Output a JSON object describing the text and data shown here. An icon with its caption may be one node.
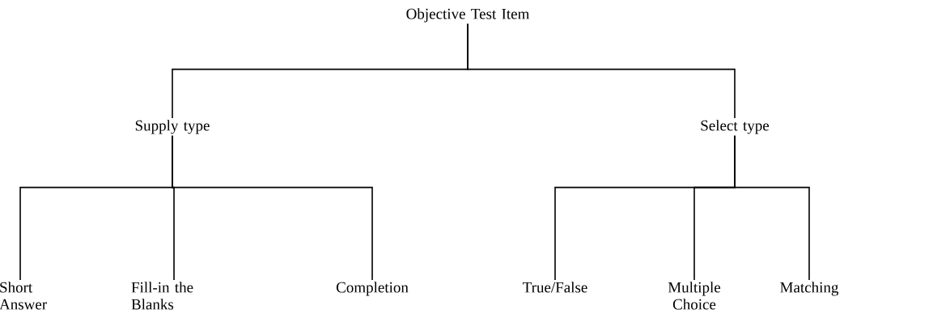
{
  "diagram": {
    "nodes": [
      {
        "text": [
          "Objective Test Item"
        ]
      },
      {
        "text": [
          "Supply type"
        ]
      },
      {
        "text": [
          "Select type"
        ]
      },
      {
        "text": [
          "Short Answer"
        ]
      },
      {
        "text": [
          "Fill-in the Blanks"
        ]
      },
      {
        "text": [
          "Completion"
        ]
      },
      {
        "text": [
          "True/False"
        ]
      },
      {
        "text": [
          "Multiple Choice"
        ]
      },
      {
        "text": [
          "Matching"
        ]
      }
    ],
    "edges": [
      {
        "from": 0,
        "to": 1,
        "arrow": "none"
      },
      {
        "from": 0,
        "to": 2,
        "arrow": "none"
      },
      {
        "from": 1,
        "to": 3,
        "arrow": "none"
      },
      {
        "from": 1,
        "to": 4,
        "arrow": "none"
      },
      {
        "from": 1,
        "to": 5,
        "arrow": "none"
      },
      {
        "from": 2,
        "to": 6,
        "arrow": "none"
      },
      {
        "from": 2,
        "to": 7,
        "arrow": "none"
      },
      {
        "from": 2,
        "to": 8,
        "arrow": "none"
      }
    ]
  }
}
